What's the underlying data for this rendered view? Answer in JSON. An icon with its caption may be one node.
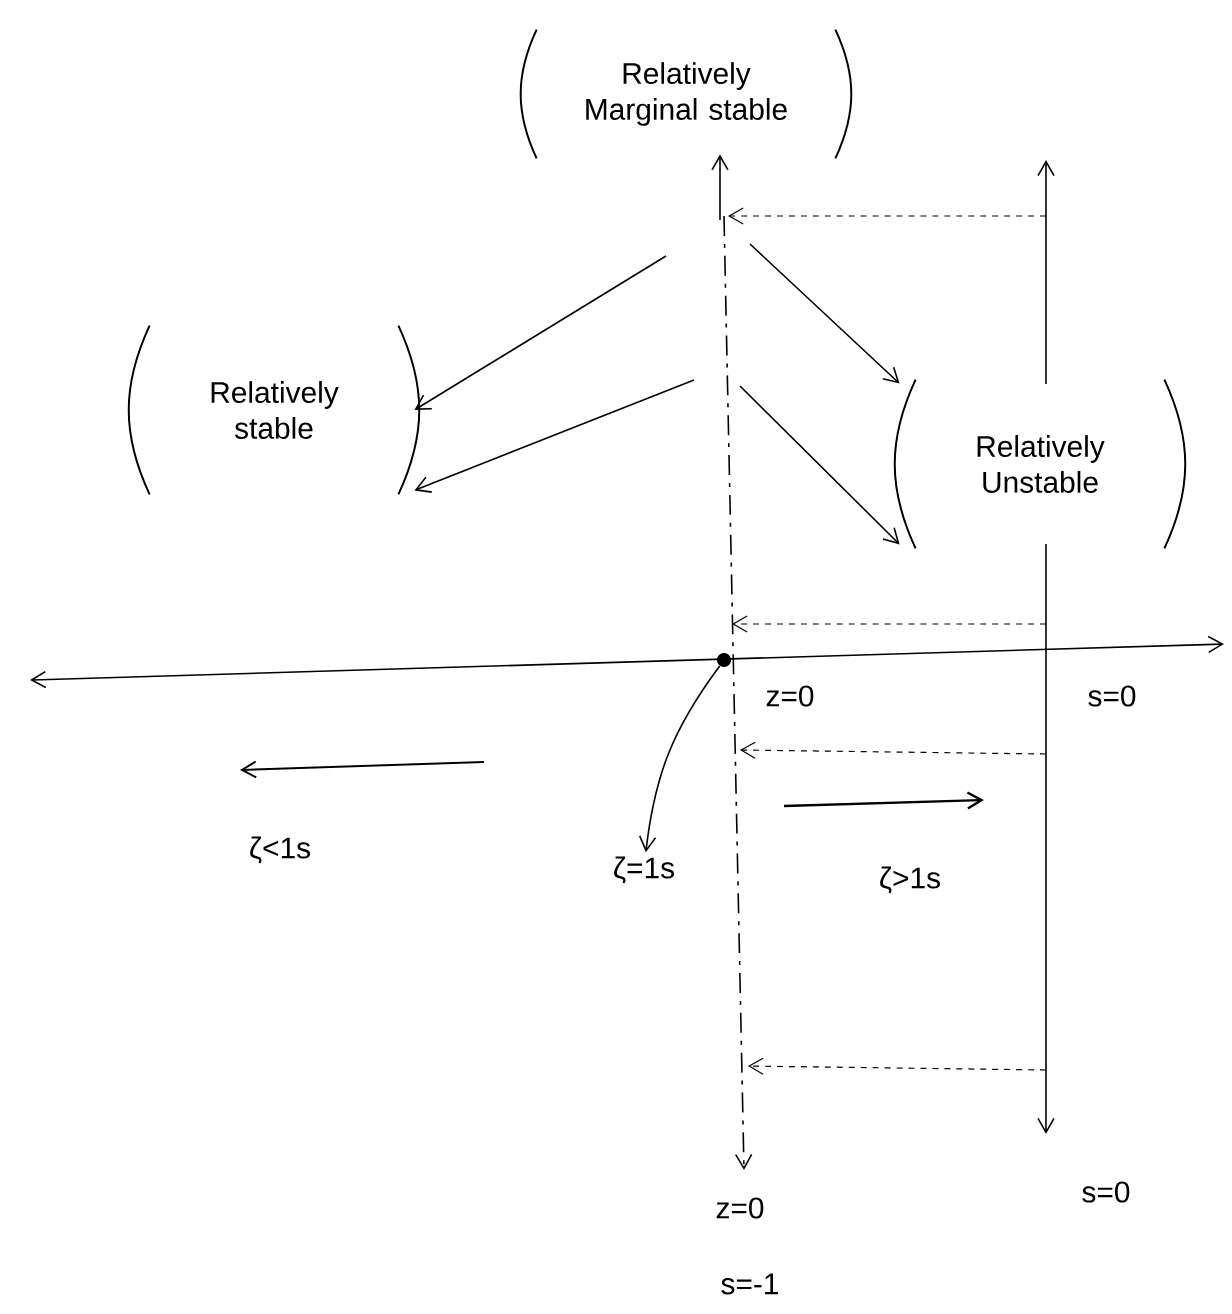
{
  "diagram": {
    "nodes": [
      {
        "text": [
          "Relatively Marginal stable"
        ]
      },
      {
        "text": [
          "Relatively stable"
        ]
      },
      {
        "text": [
          "Relatively Unstable"
        ]
      },
      {
        "text": [],
        "shape": "circle"
      },
      {
        "text": [
          "ζ=1s"
        ]
      }
    ],
    "edges": [
      {
        "from": null,
        "to": 0,
        "arrow": "to"
      },
      {
        "from": null,
        "to": 1,
        "arrow": "to"
      },
      {
        "from": null,
        "to": 1,
        "arrow": "to"
      },
      {
        "from": null,
        "to": 2,
        "arrow": "to"
      },
      {
        "from": null,
        "to": 2,
        "arrow": "to"
      },
      {
        "from": 3,
        "to": 4,
        "arrow": "to"
      }
    ],
    "labels": [
      "z=0",
      "s=0",
      "ζ<1s",
      "ζ>1s",
      "s=0",
      "z=0",
      "s=-1"
    ]
  }
}
